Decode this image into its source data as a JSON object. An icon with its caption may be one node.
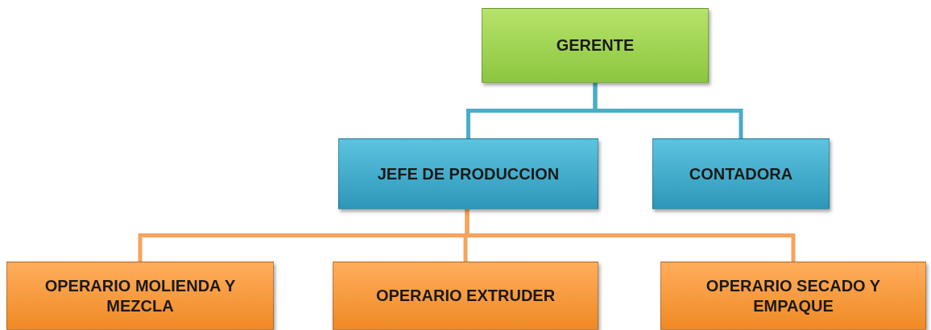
{
  "diagram": {
    "nodes": [
      {
        "text": [
          "GERENTE"
        ]
      },
      {
        "text": [
          "JEFE DE PRODUCCION"
        ]
      },
      {
        "text": [
          "CONTADORA"
        ]
      },
      {
        "text": [
          "OPERARIO MOLIENDA Y MEZCLA"
        ]
      },
      {
        "text": [
          "OPERARIO EXTRUDER"
        ]
      },
      {
        "text": [
          "OPERARIO SECADO Y EMPAQUE"
        ]
      }
    ],
    "edges": [
      {
        "from": 0,
        "to": 1,
        "arrow": "none",
        "color": "#4bacc6"
      },
      {
        "from": 0,
        "to": 2,
        "arrow": "none",
        "color": "#4bacc6"
      },
      {
        "from": 1,
        "to": 3,
        "arrow": "none"
      },
      {
        "from": 1,
        "to": 4,
        "arrow": "none"
      },
      {
        "from": 1,
        "to": 5,
        "arrow": "none"
      }
    ]
  }
}
